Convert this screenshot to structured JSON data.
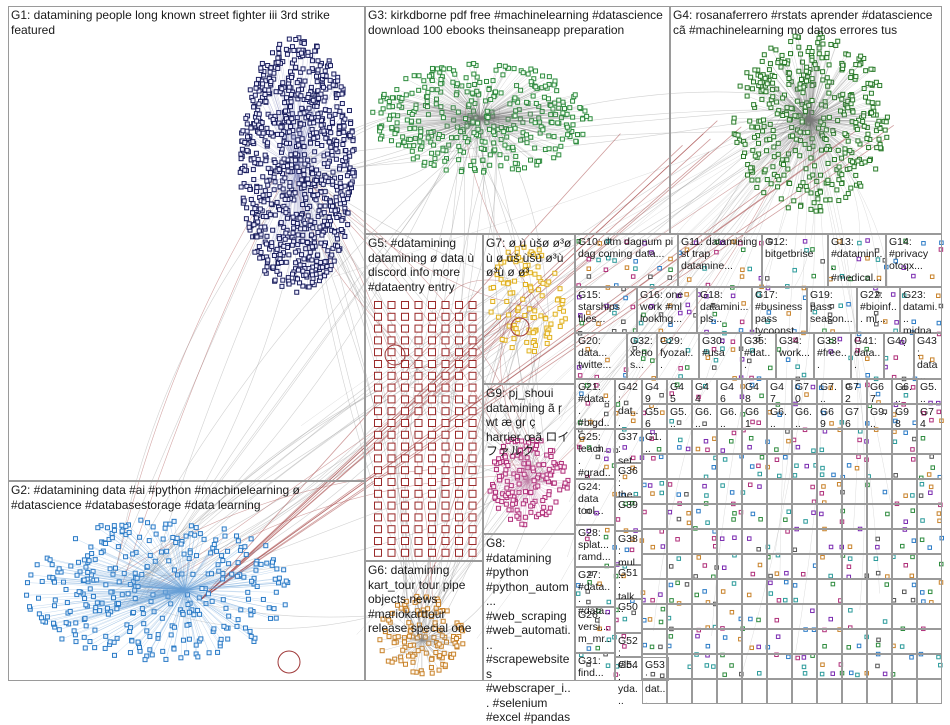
{
  "groups": [
    {
      "id": "G1",
      "text": "G1: datamining people long known street fighter iii 3rd strike featured"
    },
    {
      "id": "G2",
      "text": "G2: #datamining data #ai #python #machinelearning ø #datascience #databasestorage #data learning"
    },
    {
      "id": "G3",
      "text": "G3: kirkdborne pdf free #machinelearning #datascience download 100 ebooks theinsaneapp preparation"
    },
    {
      "id": "G4",
      "text": "G4: rosanaferrero #rstats aprender #datascience cã #machinelearning mo datos errores tus"
    },
    {
      "id": "G5",
      "text": "G5: #datamining datamining ø data ù discord info more #dataentry entry"
    },
    {
      "id": "G6",
      "text": "G6: datamining kart_tour tour pipe objects news #mariokarttour release special one"
    },
    {
      "id": "G7",
      "text": "G7: ø ù ùšø ø³ø ù ø ùš ùšù ø³ù ø³ù ø ø³"
    },
    {
      "id": "G8",
      "text": "G8: #datamining #python #python_autom... #web_scraping #web_automati... #scrapewebsites #webscraper_i... #selenium #excel #pandas"
    },
    {
      "id": "G9",
      "text": "G9: pj_shoui datamining ã ŗ wt æ gr ç harrier œã ロイファルク"
    },
    {
      "id": "G10",
      "text": "G10: dtm dagnum pi dag coming data..."
    },
    {
      "id": "G11",
      "text": "G11: datamining st trap datamine..."
    },
    {
      "id": "G12",
      "text": "G12: bitgetbrise"
    },
    {
      "id": "G13",
      "text": "G13: #datamini... #medical..."
    },
    {
      "id": "G14",
      "text": "G14: #privacy otcqx..."
    },
    {
      "id": "G15",
      "text": "G15: starships files..."
    },
    {
      "id": "G16",
      "text": "G16: one work #ml looking..."
    },
    {
      "id": "G18",
      "text": "G18: datamini... pls..."
    },
    {
      "id": "G17",
      "text": "G17: #businesspass tycoonst..."
    },
    {
      "id": "G19",
      "text": "G19: pass season..."
    },
    {
      "id": "G22",
      "text": "G22: #bioinf... ml..."
    },
    {
      "id": "G23",
      "text": "G23: datami... midna..."
    },
    {
      "id": "G20",
      "text": "G20: data... twitte..."
    },
    {
      "id": "G32",
      "text": "G32: xenos..."
    },
    {
      "id": "G29",
      "text": "G29: fyozai..."
    },
    {
      "id": "G30",
      "text": "G30: #usa"
    },
    {
      "id": "G35",
      "text": "G35: #dat..."
    },
    {
      "id": "G34",
      "text": "G34: work..."
    },
    {
      "id": "G33",
      "text": "G33: #free..."
    },
    {
      "id": "G41",
      "text": "G41: data..."
    },
    {
      "id": "G40",
      "text": "G40"
    },
    {
      "id": "G43",
      "text": "G43: data..."
    },
    {
      "id": "G21",
      "text": "G21: #data... #bigd..."
    },
    {
      "id": "G42",
      "text": "G42: dat..."
    },
    {
      "id": "G37",
      "text": "G37: set..."
    },
    {
      "id": "G25",
      "text": "G25: teach... #grad..."
    },
    {
      "id": "G36",
      "text": "G36: the..."
    },
    {
      "id": "G39",
      "text": "G39"
    },
    {
      "id": "G24",
      "text": "G24: data tool..."
    },
    {
      "id": "G38",
      "text": "G38: mul..."
    },
    {
      "id": "G28",
      "text": "G28: splat... ramd..."
    },
    {
      "id": "G51",
      "text": "G51: talk..."
    },
    {
      "id": "G27",
      "text": "G27: #data... #data..."
    },
    {
      "id": "G50",
      "text": "G50"
    },
    {
      "id": "G52",
      "text": "G52: #lb..."
    },
    {
      "id": "G26",
      "text": "G26: versi... m_mr..."
    },
    {
      "id": "G54",
      "text": "G54: yda..."
    },
    {
      "id": "G31",
      "text": "G31: find..."
    },
    {
      "id": "G53",
      "text": "G53: dat..."
    }
  ],
  "small_labels": [
    "G49",
    "G45",
    "G44",
    "G46",
    "G48",
    "G47",
    "G70",
    "G7...",
    "G72",
    "G67",
    "G6...",
    "G5...",
    "G56",
    "G5...",
    "G6...",
    "G6...",
    "G61",
    "G6...",
    "G6...",
    "G69",
    "G76",
    "G9...",
    "G98",
    "G74",
    "G1..."
  ],
  "colors": {
    "g1": "#1b1f5e",
    "g2": "#2b7bc6",
    "g3": "#2e8b3e",
    "g4": "#2a7a2a",
    "g5": "#9a2a2a",
    "g6": "#c8822a",
    "g7": "#e0b020",
    "g8": "#7a7a7a",
    "g9": "#b0307a",
    "edge": "#9a9a9a",
    "edge_red": "#a03a3a"
  }
}
